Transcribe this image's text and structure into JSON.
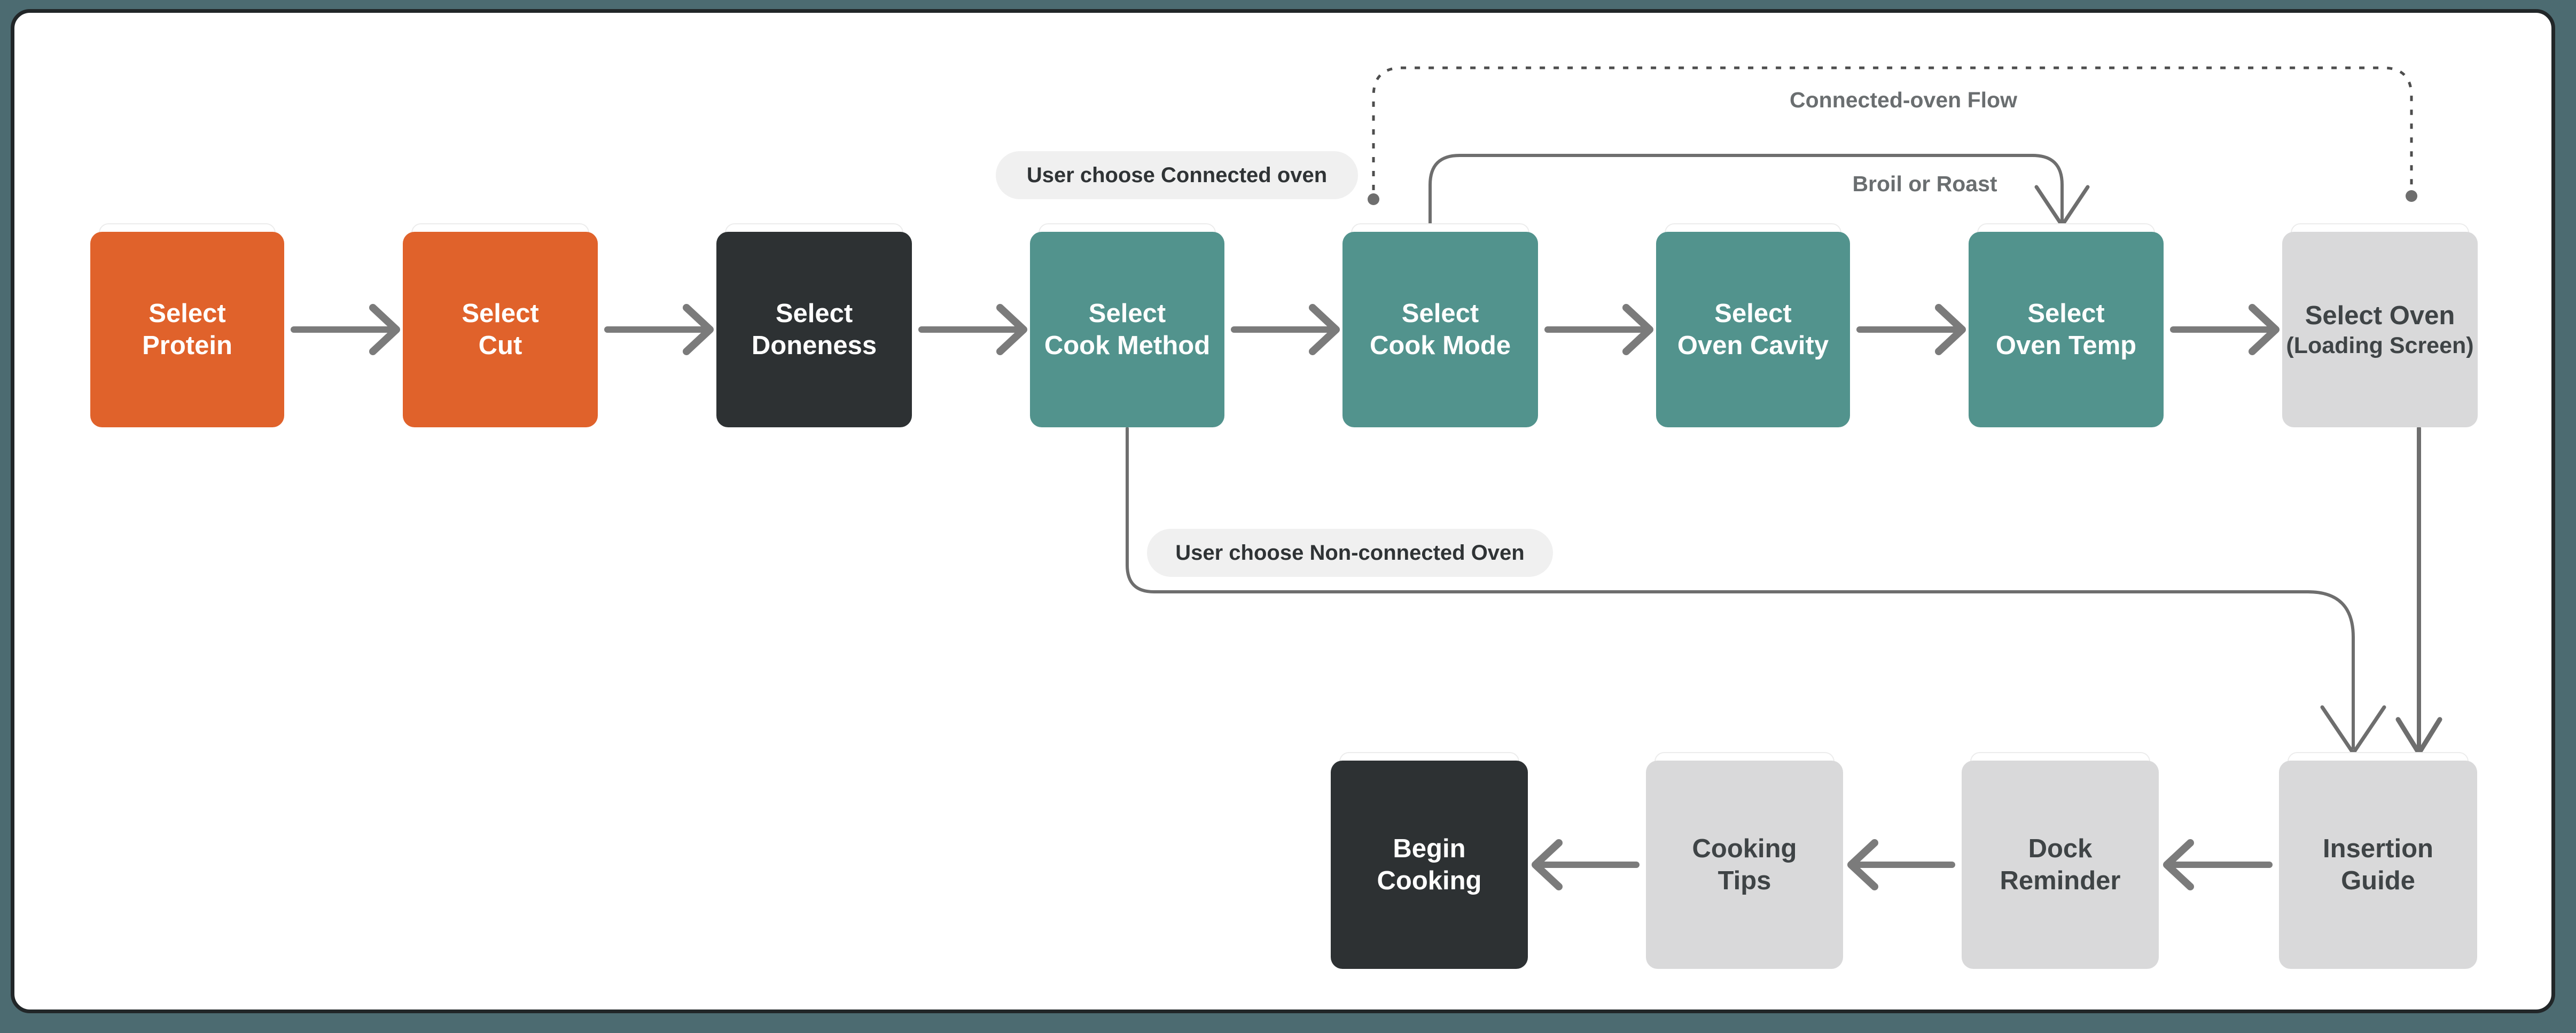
{
  "colors": {
    "background_frame": "#4C6B71",
    "canvas": "#FFFFFF",
    "canvas_border": "#212628",
    "node_orange": "#E0622B",
    "node_teal": "#52938D",
    "node_dark": "#2D3133",
    "node_gray": "#D9D9DA",
    "pill_bg": "#F0F0F0",
    "pill_text": "#2F3335",
    "arrow": "#7B7B7B",
    "connector": "#6E6E6E",
    "dotted": "#4D4D4D",
    "label_text": "#6A6E70",
    "dark_text": "#3F4446"
  },
  "nodes": {
    "select_protein": {
      "label": "Select\nProtein",
      "color": "#E0622B"
    },
    "select_cut": {
      "label": "Select\nCut",
      "color": "#E0622B"
    },
    "select_doneness": {
      "label": "Select\nDoneness",
      "color": "#2D3133"
    },
    "select_cook_method": {
      "label": "Select\nCook Method",
      "color": "#52938D"
    },
    "select_cook_mode": {
      "label": "Select\nCook Mode",
      "color": "#52938D"
    },
    "select_oven_cavity": {
      "label": "Select\nOven Cavity",
      "color": "#52938D"
    },
    "select_oven_temp": {
      "label": "Select\nOven Temp",
      "color": "#52938D"
    },
    "select_oven_loading": {
      "label": "Select Oven",
      "sublabel": "(Loading Screen)",
      "color": "#D9D9DA"
    },
    "insertion_guide": {
      "label": "Insertion\nGuide",
      "color": "#D9D9DA"
    },
    "dock_reminder": {
      "label": "Dock\nReminder",
      "color": "#D9D9DA"
    },
    "cooking_tips": {
      "label": "Cooking\nTips",
      "color": "#D9D9DA"
    },
    "begin_cooking": {
      "label": "Begin\nCooking",
      "color": "#2D3133"
    }
  },
  "pills": {
    "connected": {
      "label": "User choose Connected oven"
    },
    "non_connected": {
      "label": "User choose Non-connected Oven"
    }
  },
  "edge_labels": {
    "connected_flow": "Connected-oven Flow",
    "broil_or_roast": "Broil or Roast"
  }
}
